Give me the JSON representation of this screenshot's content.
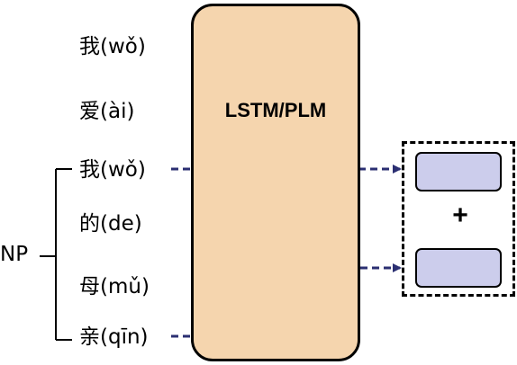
{
  "words": [
    "我(wǒ)",
    "爱(ài)",
    "我(wǒ)",
    "的(de)",
    "母(mǔ)",
    "亲(qīn)"
  ],
  "np_label": "NP",
  "model_label": "LSTM/PLM",
  "operator": "+"
}
